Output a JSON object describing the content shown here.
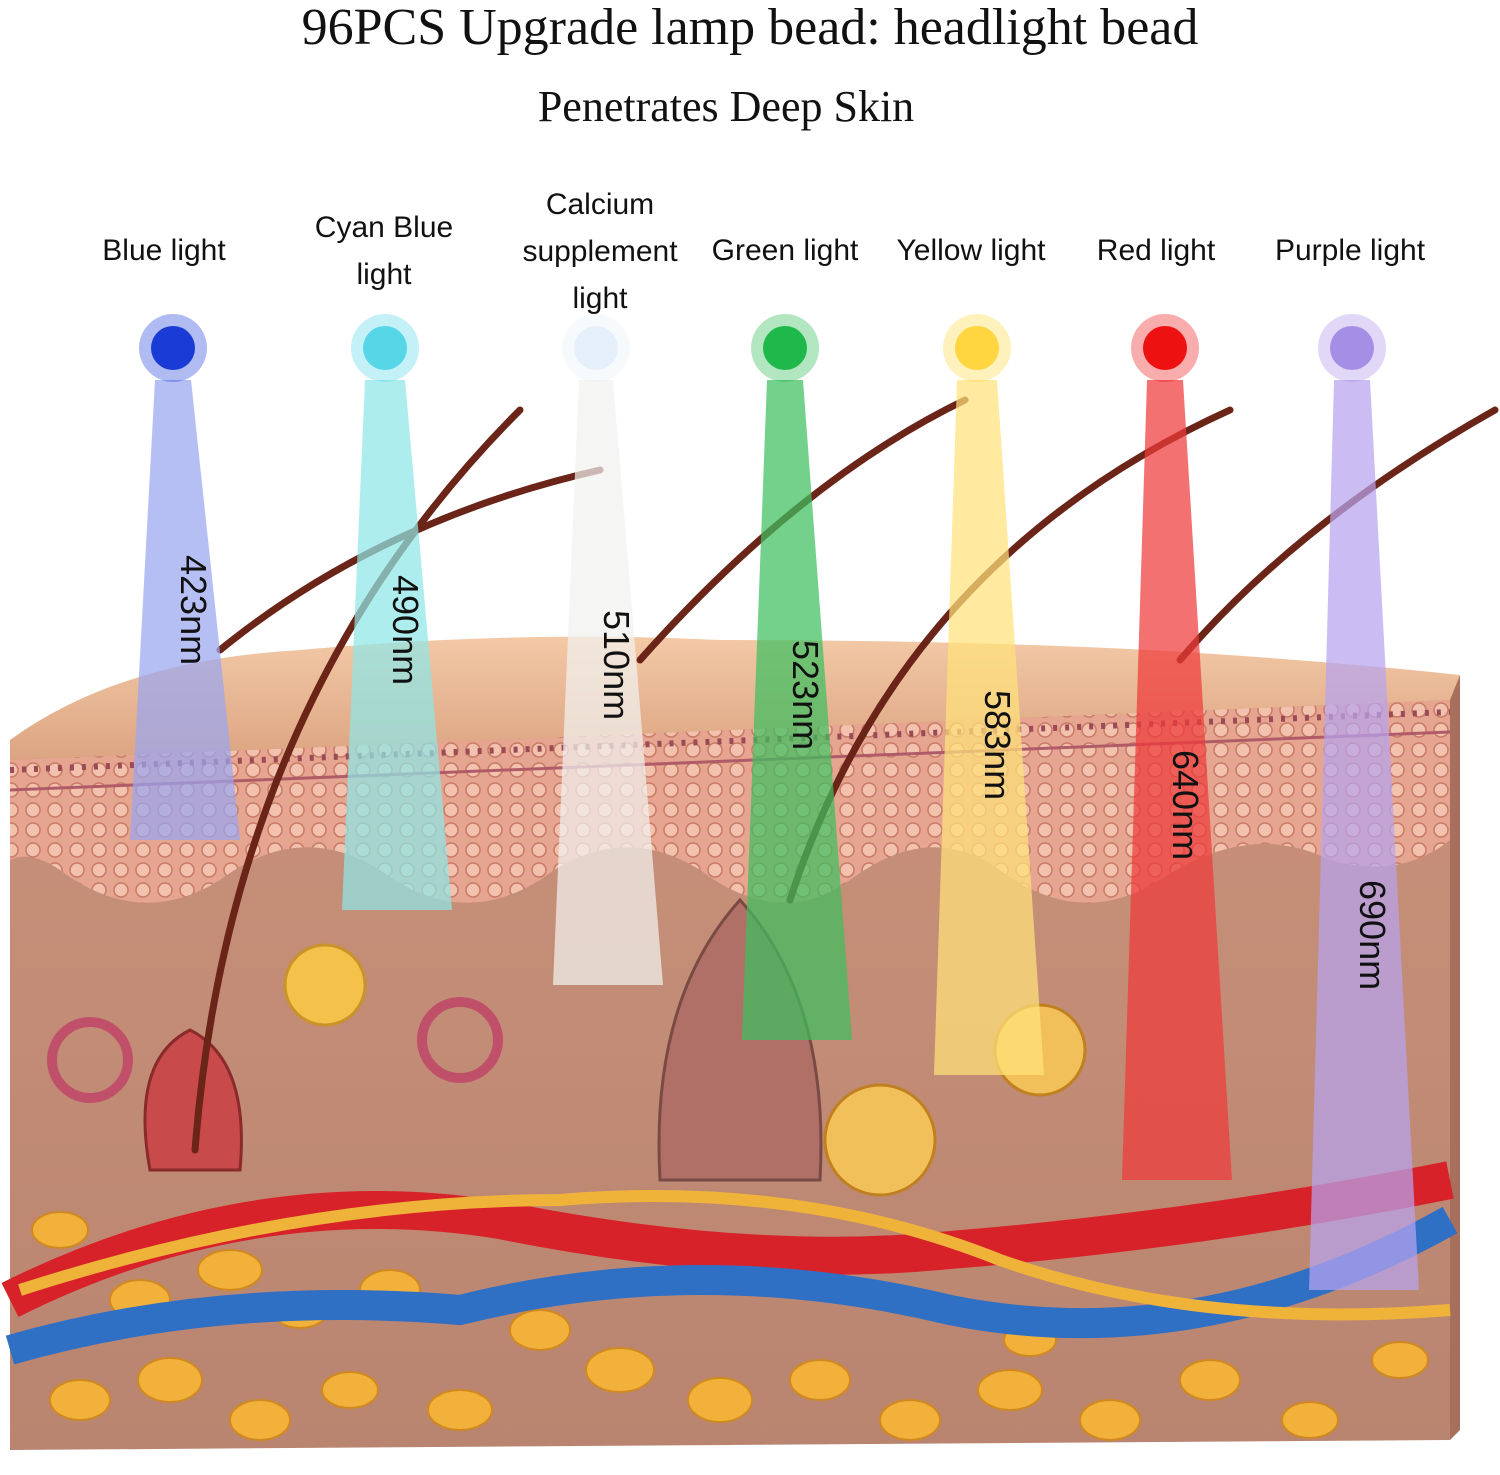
{
  "title": "96PCS Upgrade lamp bead: headlight bead",
  "subtitle": "Penetrates Deep Skin",
  "lights": [
    {
      "label": "Blue light",
      "wavelength": "423nm",
      "color": "#1a3bd6",
      "beam": "#9aa6f0"
    },
    {
      "label": "Cyan Blue\nlight",
      "wavelength": "490nm",
      "color": "#57d6e8",
      "beam": "#8fe6e6"
    },
    {
      "label": "Calcium\nsupplement\nlight",
      "wavelength": "510nm",
      "color": "#e6f0fa",
      "beam": "#f1f1ee"
    },
    {
      "label": "Green light",
      "wavelength": "523nm",
      "color": "#1fb84a",
      "beam": "#3fbf60"
    },
    {
      "label": "Yellow light",
      "wavelength": "583nm",
      "color": "#ffd640",
      "beam": "#ffe27a"
    },
    {
      "label": "Red light",
      "wavelength": "640nm",
      "color": "#ee1111",
      "beam": "#ef3a3a"
    },
    {
      "label": "Purple light",
      "wavelength": "690nm",
      "color": "#a58ee6",
      "beam": "#b7a3ee"
    }
  ]
}
